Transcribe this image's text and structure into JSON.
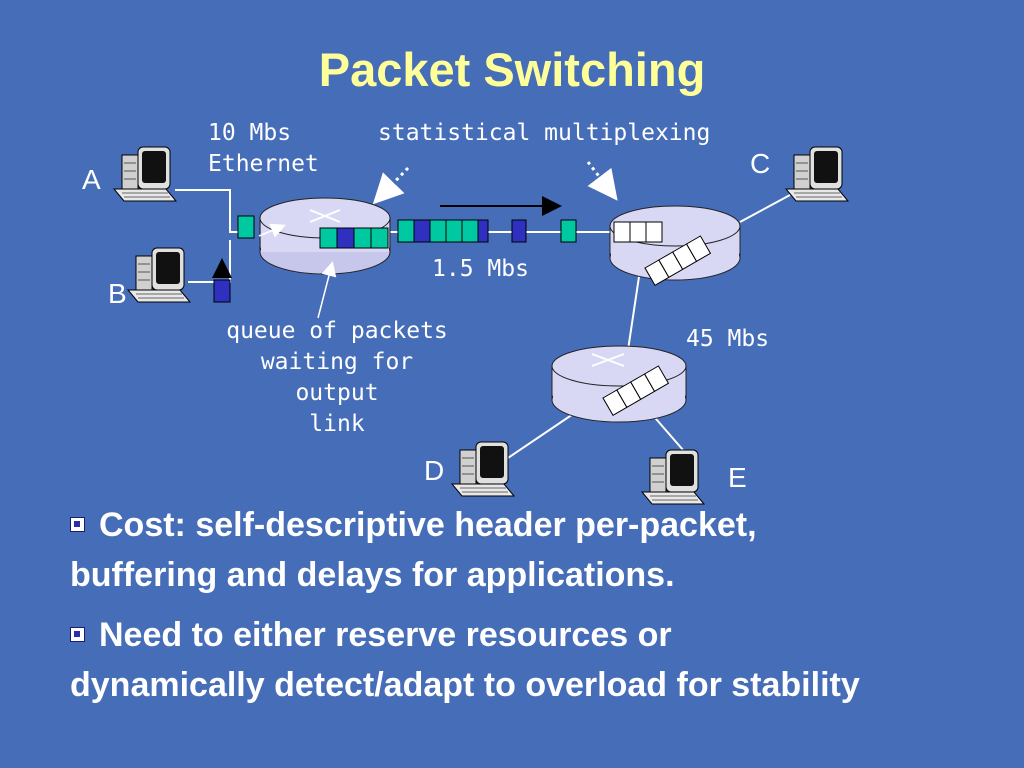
{
  "slide": {
    "title": "Packet Switching",
    "labels": {
      "ethernet": [
        "10 Mbs",
        "Ethernet"
      ],
      "stat_mux": "statistical multiplexing",
      "link_mid": "1.5 Mbs",
      "link_low": "45 Mbs",
      "queue": [
        "queue of packets",
        "waiting for output",
        "link"
      ]
    },
    "nodes": {
      "a": "A",
      "b": "B",
      "c": "C",
      "d": "D",
      "e": "E"
    },
    "bullets": [
      {
        "lines": [
          "Cost: self-descriptive header per-packet,",
          "buffering and delays for applications."
        ]
      },
      {
        "lines": [
          "Need to either reserve resources or",
          "dynamically detect/adapt to overload for stability"
        ]
      }
    ]
  },
  "colors": {
    "background": "#466db8",
    "title": "#ffff99",
    "router": "#d8d8f4",
    "packet_teal": "#00c8a0",
    "packet_blue": "#3030c0"
  }
}
